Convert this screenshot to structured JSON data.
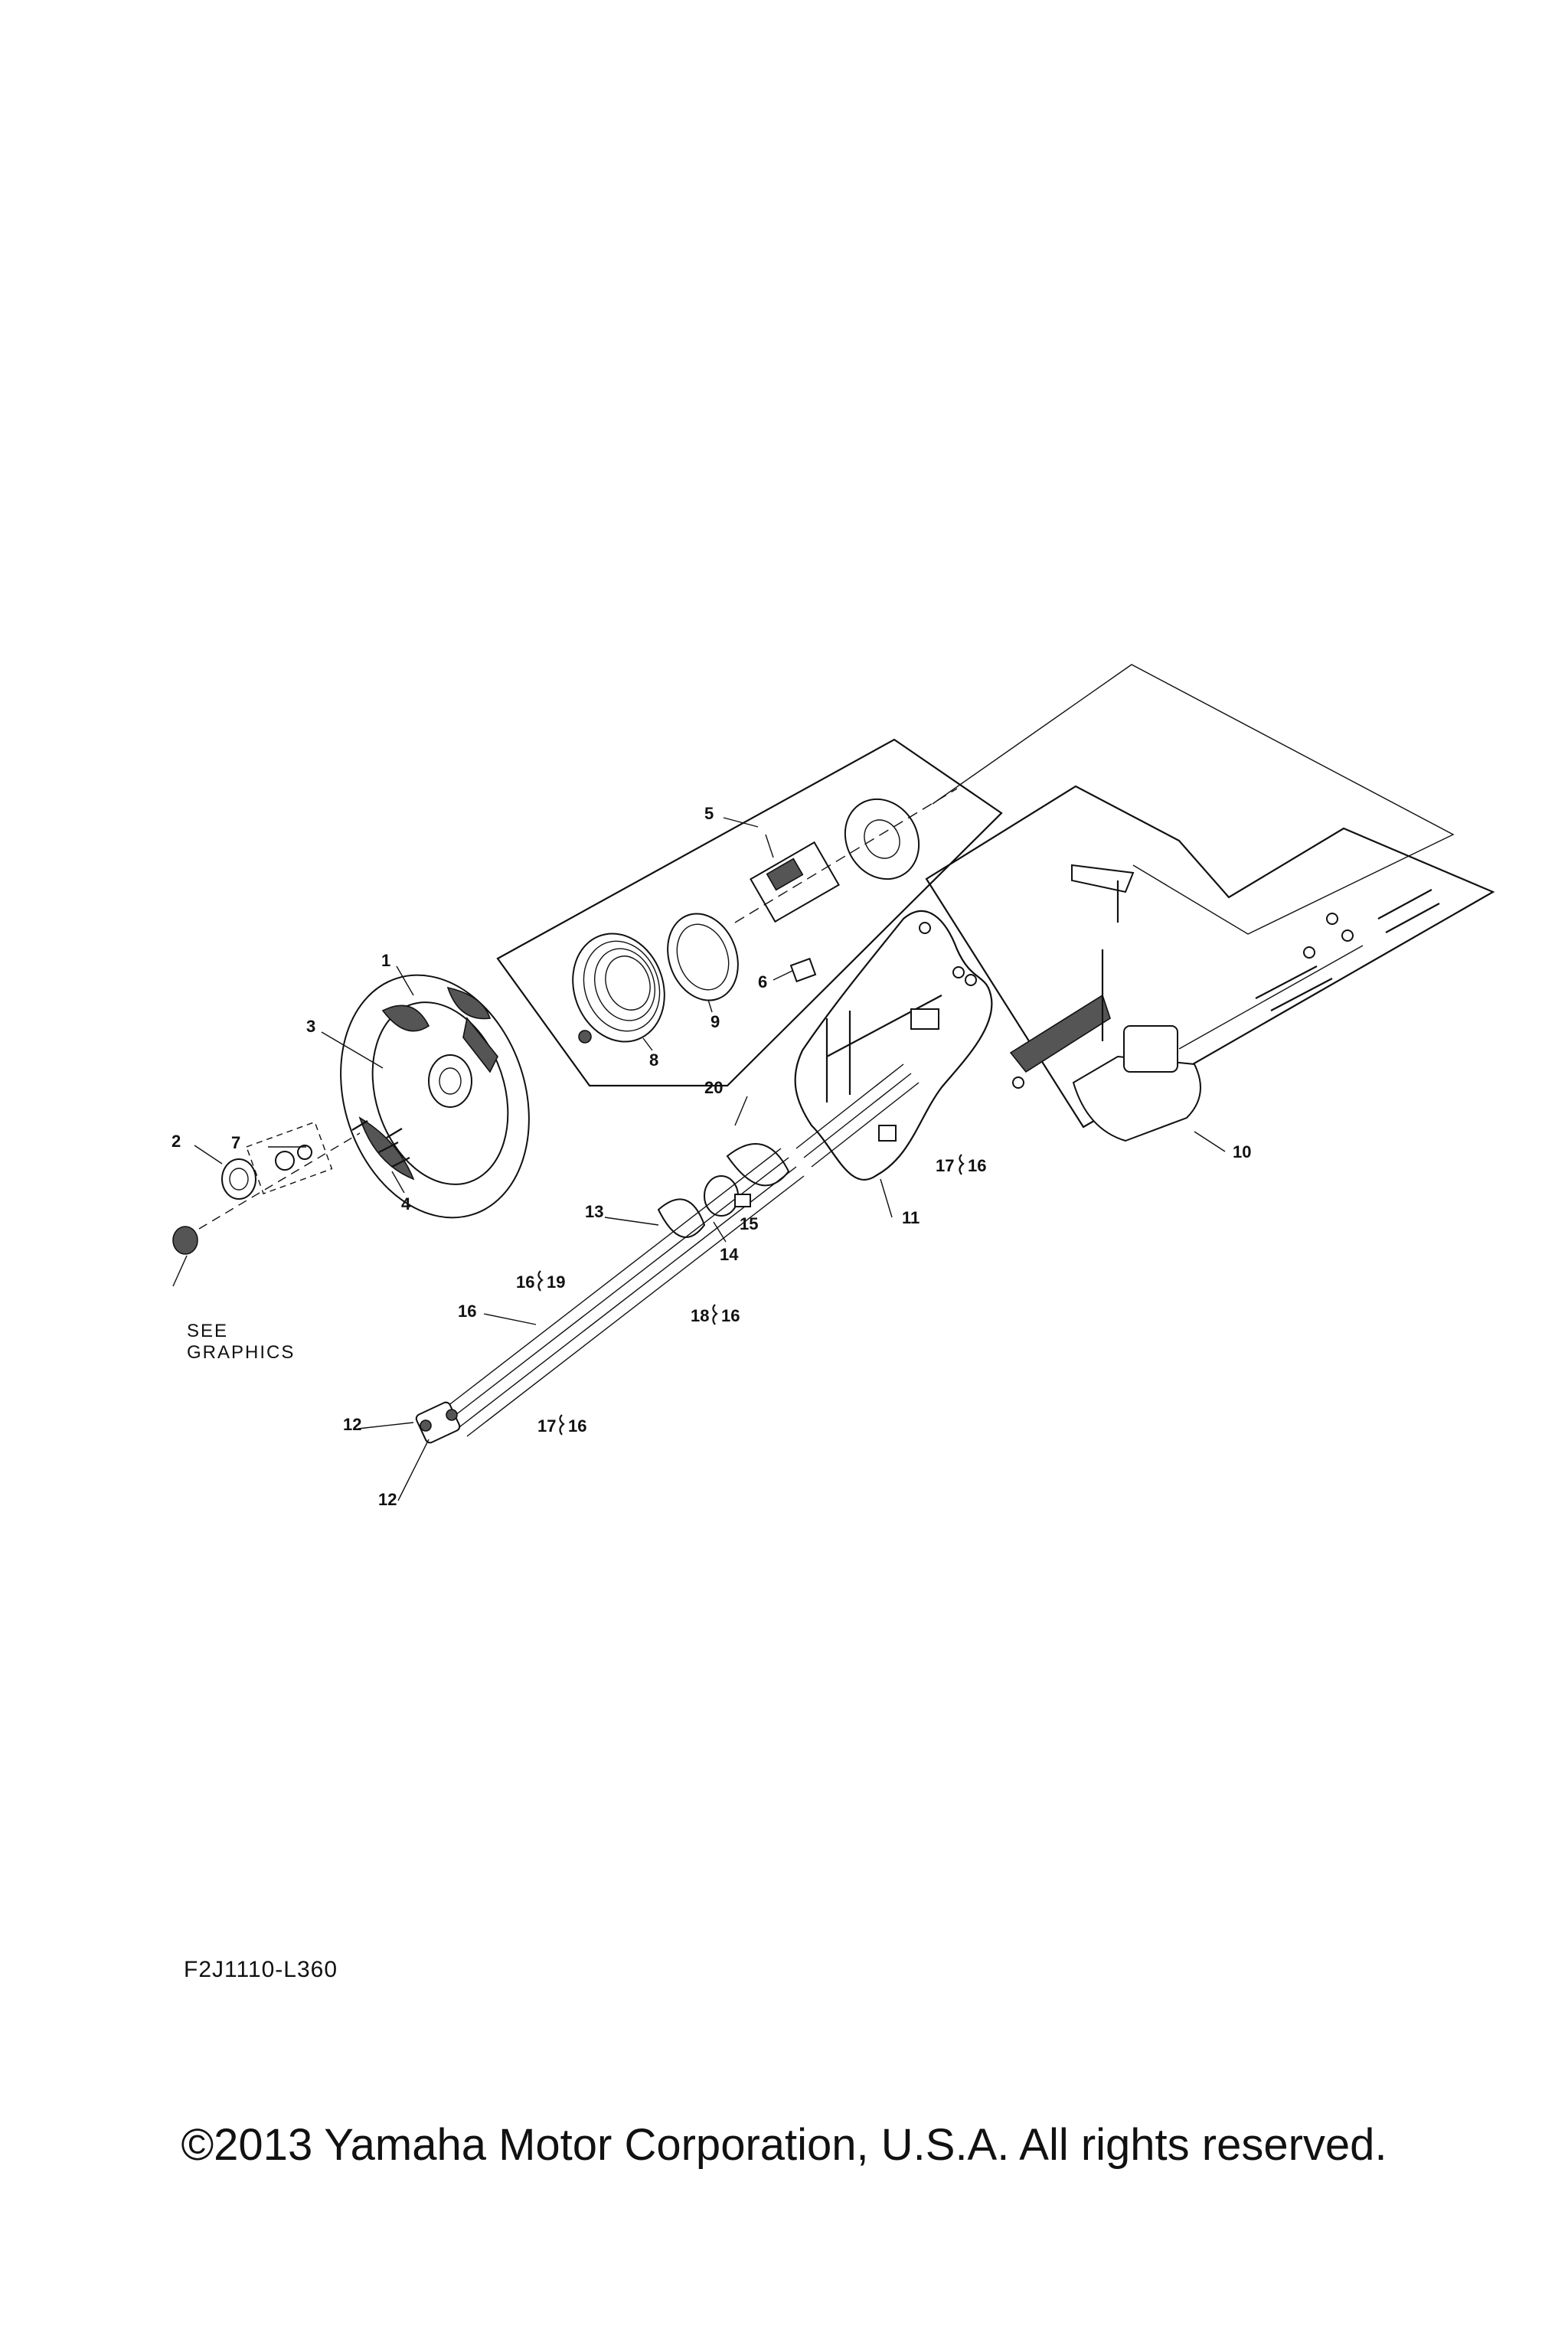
{
  "callouts": {
    "c1": "1",
    "c2": "2",
    "c3": "3",
    "c4": "4",
    "c5": "5",
    "c6": "6",
    "c7": "7",
    "c8": "8",
    "c9": "9",
    "c10": "10",
    "c11": "11",
    "c12a": "12",
    "c12b": "12",
    "c13": "13",
    "c14": "14",
    "c15": "15",
    "c16": "16",
    "c20": "20",
    "p17_16a_left": "17",
    "p17_16a_right": "16",
    "p16_19_left": "16",
    "p16_19_right": "19",
    "p18_16_left": "18",
    "p18_16_right": "16",
    "p17_16b_left": "17",
    "p17_16b_right": "16"
  },
  "see_graphics": {
    "line1": "SEE",
    "line2": "GRAPHICS"
  },
  "diagram_code": "F2J1110-L360",
  "copyright": "©2013 Yamaha Motor Corporation, U.S.A. All rights reserved."
}
